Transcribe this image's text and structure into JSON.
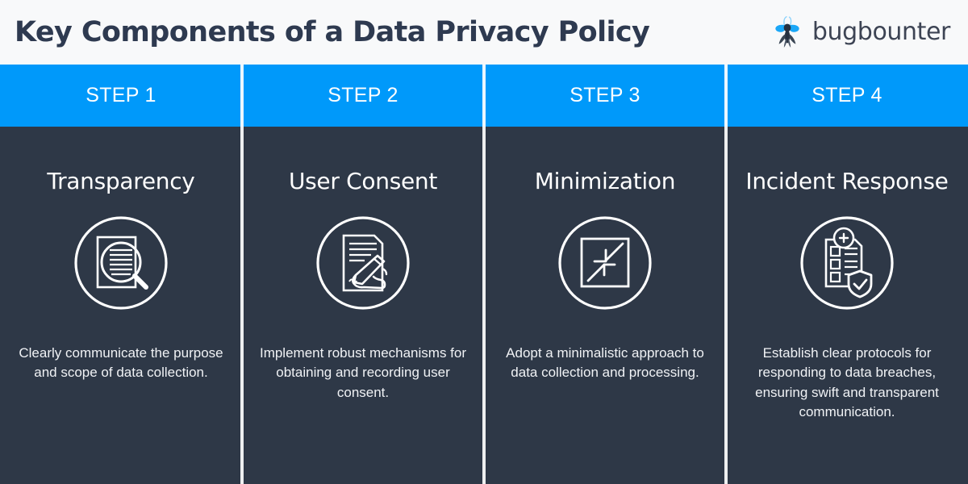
{
  "header": {
    "title": "Key Components of a Data Privacy Policy",
    "brand_name": "bugbounter",
    "brand_icon": "bug-logo-icon",
    "background_color": "#F8F9FA",
    "title_color": "#2E3A50"
  },
  "theme": {
    "accent_blue": "#0099FA",
    "panel_dark": "#2E3847",
    "text_white": "#FFFFFF",
    "divider_color": "#FFFFFF"
  },
  "steps": [
    {
      "step_label": "STEP 1",
      "title": "Transparency",
      "icon": "document-magnifier-icon",
      "description": "Clearly communicate the purpose and scope of data collection."
    },
    {
      "step_label": "STEP 2",
      "title": "User Consent",
      "icon": "signing-document-hand-pen-icon",
      "description": "Implement robust mechanisms for obtaining and recording user consent."
    },
    {
      "step_label": "STEP 3",
      "title": "Minimization",
      "icon": "compress-inward-arrows-icon",
      "description": "Adopt a minimalistic approach to data collection and processing."
    },
    {
      "step_label": "STEP 4",
      "title": "Incident Response",
      "icon": "checklist-shield-icon",
      "description": "Establish clear protocols for responding to data breaches, ensuring swift and transparent communication."
    }
  ]
}
